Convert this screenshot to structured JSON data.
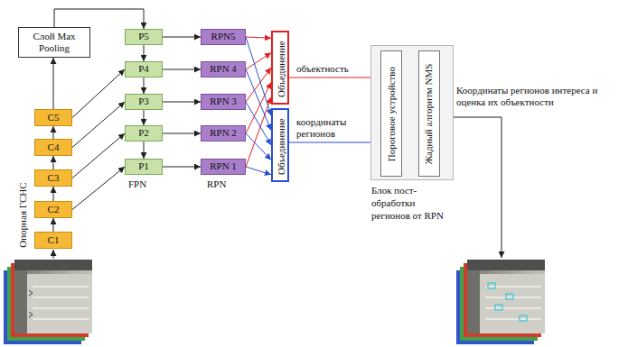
{
  "diagram": {
    "nodes": [
      {
        "text": [
          "C1"
        ]
      },
      {
        "text": [
          "C2"
        ]
      },
      {
        "text": [
          "C3"
        ]
      },
      {
        "text": [
          "C4"
        ]
      },
      {
        "text": [
          "C5"
        ]
      },
      {
        "text": [
          "Слой Max Pooling"
        ]
      },
      {
        "text": [
          "P5"
        ]
      },
      {
        "text": [
          "P4"
        ]
      },
      {
        "text": [
          "P3"
        ]
      },
      {
        "text": [
          "P2"
        ]
      },
      {
        "text": [
          "P1"
        ]
      },
      {
        "text": [
          "RPN5"
        ]
      },
      {
        "text": [
          "RPN 4"
        ]
      },
      {
        "text": [
          "RPN 3"
        ]
      },
      {
        "text": [
          "RPN 2"
        ]
      },
      {
        "text": [
          "RPN 1"
        ]
      },
      {
        "text": [
          "Объединение"
        ]
      },
      {
        "text": [
          "Объединение"
        ]
      },
      {
        "text": [
          "Блок пост-обработки регионов от RPN"
        ]
      },
      {
        "text": [
          "Пороговое устройство"
        ],
        "in": 18
      },
      {
        "text": [
          "Жадный алгоритм NMS"
        ],
        "in": 18
      }
    ],
    "edges": [
      {
        "from": 0,
        "to": 1,
        "arrow": "to"
      },
      {
        "from": 1,
        "to": 2,
        "arrow": "to"
      },
      {
        "from": 2,
        "to": 3,
        "arrow": "to"
      },
      {
        "from": 3,
        "to": 4,
        "arrow": "to"
      },
      {
        "from": 4,
        "to": 5,
        "arrow": "to"
      },
      {
        "from": 5,
        "to": 6,
        "arrow": "to"
      },
      {
        "from": 6,
        "to": 7,
        "arrow": "to"
      },
      {
        "from": 7,
        "to": 8,
        "arrow": "to"
      },
      {
        "from": 8,
        "to": 9,
        "arrow": "to"
      },
      {
        "from": 9,
        "to": 10,
        "arrow": "to"
      },
      {
        "from": 4,
        "to": 7,
        "arrow": "to"
      },
      {
        "from": 3,
        "to": 8,
        "arrow": "to"
      },
      {
        "from": 2,
        "to": 9,
        "arrow": "to"
      },
      {
        "from": 1,
        "to": 10,
        "arrow": "to"
      },
      {
        "from": 6,
        "to": 11,
        "arrow": "to"
      },
      {
        "from": 7,
        "to": 12,
        "arrow": "to"
      },
      {
        "from": 8,
        "to": 13,
        "arrow": "to"
      },
      {
        "from": 9,
        "to": 14,
        "arrow": "to"
      },
      {
        "from": 10,
        "to": 15,
        "arrow": "to"
      },
      {
        "from": 11,
        "to": 16,
        "arrow": "to"
      },
      {
        "from": 12,
        "to": 16,
        "arrow": "to"
      },
      {
        "from": 13,
        "to": 16,
        "arrow": "to"
      },
      {
        "from": 14,
        "to": 16,
        "arrow": "to"
      },
      {
        "from": 15,
        "to": 16,
        "arrow": "to"
      },
      {
        "from": 11,
        "to": 17,
        "arrow": "to"
      },
      {
        "from": 12,
        "to": 17,
        "arrow": "to"
      },
      {
        "from": 13,
        "to": 17,
        "arrow": "to"
      },
      {
        "from": 14,
        "to": 17,
        "arrow": "to"
      },
      {
        "from": 15,
        "to": 17,
        "arrow": "to"
      },
      {
        "from": 16,
        "to": 19,
        "label": "объектность",
        "arrow": "to"
      },
      {
        "from": 17,
        "to": 19,
        "label": "координаты регионов",
        "arrow": "to"
      },
      {
        "from": 19,
        "to": 20,
        "arrow": "to"
      }
    ],
    "labels": [
      "Опорная ГСНС",
      "FPN",
      "RPN",
      "Координаты регионов интереса и оценка их объектности"
    ]
  }
}
